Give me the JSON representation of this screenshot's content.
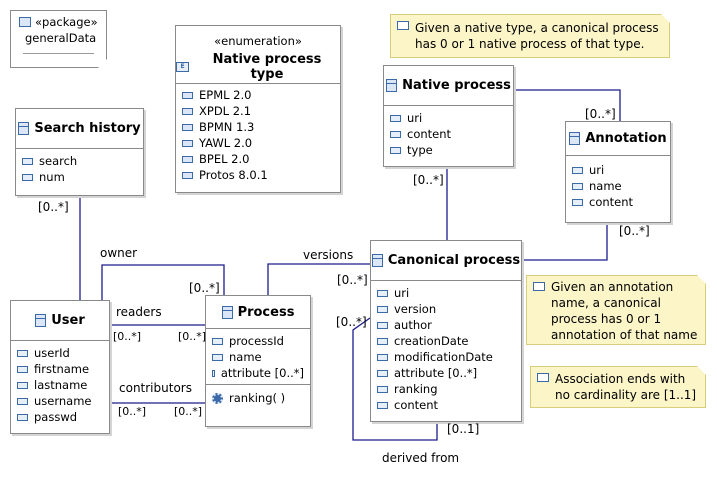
{
  "package": {
    "stereotype": "«package»",
    "name": "generalData"
  },
  "enumeration": {
    "stereotype": "«enumeration»",
    "name": "Native process type",
    "literals": [
      "EPML 2.0",
      "XPDL 2.1",
      "BPMN 1.3",
      "YAWL 2.0",
      "BPEL 2.0",
      "Protos 8.0.1"
    ]
  },
  "classes": {
    "search_history": {
      "name": "Search history",
      "attributes": [
        "search",
        "num"
      ]
    },
    "user": {
      "name": "User",
      "attributes": [
        "userId",
        "firstname",
        "lastname",
        "username",
        "passwd"
      ]
    },
    "process": {
      "name": "Process",
      "attributes": [
        "processId",
        "name",
        "attribute [0..*]"
      ],
      "operations": [
        "ranking(  )"
      ]
    },
    "native_process": {
      "name": "Native process",
      "attributes": [
        "uri",
        "content",
        "type"
      ]
    },
    "annotation": {
      "name": "Annotation",
      "attributes": [
        "uri",
        "name",
        "content"
      ]
    },
    "canonical_process": {
      "name": "Canonical process",
      "attributes": [
        "uri",
        "version",
        "author",
        "creationDate",
        "modificationDate",
        "attribute [0..*]",
        "ranking",
        "content"
      ]
    }
  },
  "notes": {
    "native": [
      "Given a native type, a canonical process",
      "has 0 or 1 native process of that type."
    ],
    "annotation": [
      "Given an annotation",
      "name, a canonical",
      "process has 0 or 1",
      "annotation of that name"
    ],
    "association": [
      "Association ends with",
      "no cardinality are [1..1]"
    ]
  },
  "labels": {
    "owner": "owner",
    "readers": "readers",
    "contributors": "contributors",
    "versions": "versions",
    "derived_from": "derived from",
    "mult_search_history": "[0..*]",
    "mult_owner": "[0..*]",
    "mult_readers_user": "[0..*]",
    "mult_readers_process": "[0..*]",
    "mult_contrib_user": "[0..*]",
    "mult_contrib_process": "[0..*]",
    "mult_versions": "[0..*]",
    "mult_derived_top": "[0..*]",
    "mult_derived_bottom": "[0..1]",
    "mult_native": "[0..*]",
    "mult_native_annotation": "[0..*]",
    "mult_annotation": "[0..*]"
  },
  "colors": {
    "line": "#00008b",
    "border": "#8a8a8a",
    "note_fill": "#fbf5c8",
    "icon": "#3c6aa8"
  }
}
